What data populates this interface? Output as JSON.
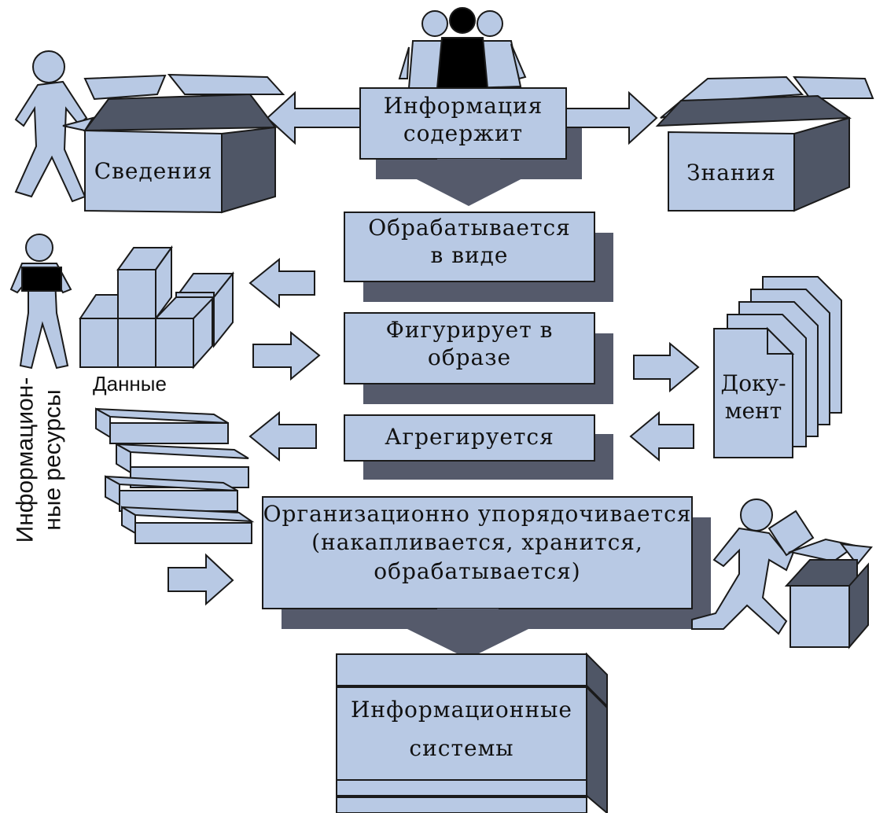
{
  "center": {
    "info_contains": [
      "Информация",
      "содержит"
    ],
    "processed": [
      "Обрабатывается",
      "в виде"
    ],
    "figures": [
      "Фигурирует в",
      "образе"
    ],
    "aggregated": "Агрегируется",
    "organized": [
      "Организационно упорядочивается",
      "(накапливается, хранится,",
      "обрабатывается)"
    ],
    "systems": [
      "Информационные",
      "системы"
    ]
  },
  "left": {
    "svedeniya": "Сведения",
    "dannye": "Данные",
    "resources": [
      "Информацион-",
      "ные ресурсы"
    ]
  },
  "right": {
    "znaniya": "Знания",
    "document": [
      "Доку-",
      "мент"
    ]
  },
  "colors": {
    "fill": "#b8c9e4",
    "shadow": "#555a6b",
    "dark": "#4f5666",
    "stroke": "#1a1a1a",
    "person_dark": "#000000"
  },
  "icons": [
    "people-group-icon",
    "person-opening-box-icon",
    "person-with-box-icon",
    "person-running-with-box-icon",
    "document-stack-icon",
    "block-stack-icon",
    "slab-stack-icon"
  ]
}
